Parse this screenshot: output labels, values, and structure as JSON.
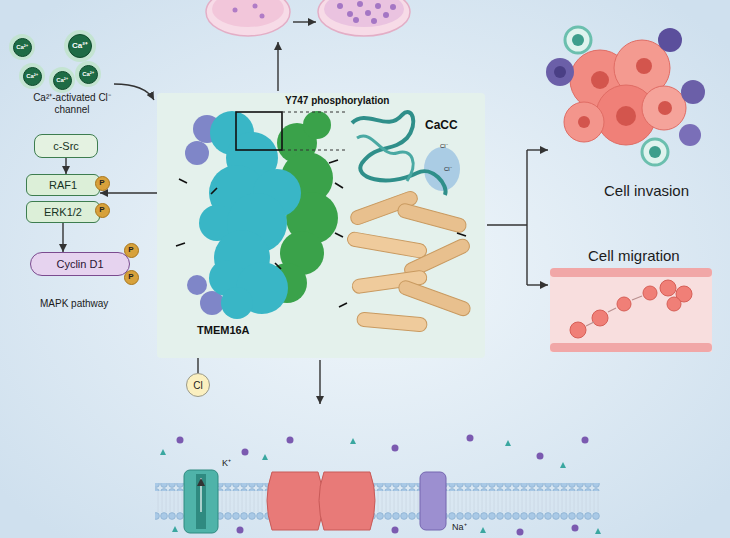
{
  "diagram": {
    "nodes": [
      {
        "text": [
          "Ca²⁺"
        ]
      },
      {
        "text": [
          "Ca²⁺"
        ]
      },
      {
        "text": [
          "Ca²⁺"
        ]
      },
      {
        "text": [
          "Ca²⁺"
        ]
      },
      {
        "text": [
          "Ca²⁺"
        ]
      },
      {
        "text": [
          "c-Src"
        ]
      },
      {
        "text": [
          "Y747 phosphorylation",
          "CaCC",
          "TMEM16A"
        ]
      },
      {
        "text": [
          "RAF1"
        ]
      },
      {
        "text": [
          "P"
        ]
      },
      {
        "text": [
          "ERK1/2"
        ]
      },
      {
        "text": [
          "P"
        ]
      },
      {
        "text": [
          "Cyclin D1"
        ]
      },
      {
        "text": [
          "P"
        ]
      },
      {
        "text": [
          "P"
        ]
      },
      {
        "text": [
          "Cl"
        ]
      }
    ],
    "edges": [
      {
        "from": 5,
        "to": 7,
        "arrow": "to"
      },
      {
        "from": 9,
        "to": 11,
        "arrow": "to"
      },
      {
        "from": 6,
        "to": 7,
        "arrow": "to"
      },
      {
        "from": 6,
        "to": 14,
        "arrow": "none"
      }
    ],
    "labels": [
      "Ca²⁺-activated Cl⁻ channel",
      "MAPK pathway",
      "Cell invasion",
      "Cell migration",
      "K⁺",
      "Na⁺",
      "Cl⁻",
      "Cl⁻"
    ]
  }
}
